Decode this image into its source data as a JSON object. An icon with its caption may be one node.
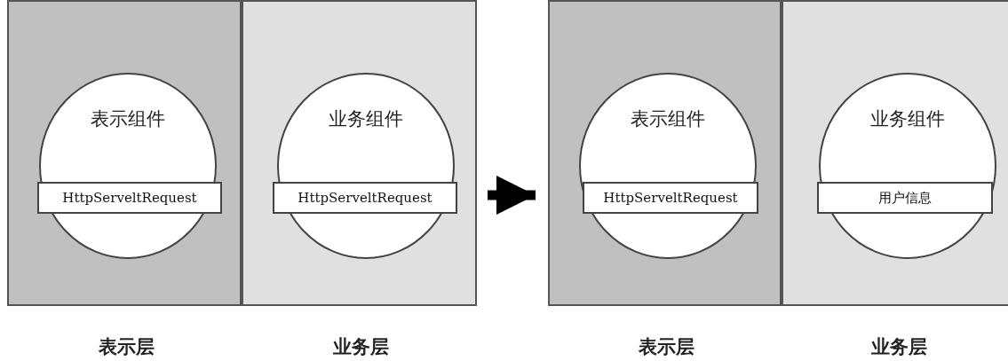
{
  "diagram": {
    "nodes": [
      {
        "text": [
          "表示层"
        ]
      },
      {
        "text": [
          "表示组件"
        ],
        "in": 0
      },
      {
        "text": [
          "HttpServeltRequest"
        ],
        "in": 1
      },
      {
        "text": [
          "业务层"
        ]
      },
      {
        "text": [
          "业务组件"
        ],
        "in": 3
      },
      {
        "text": [
          "HttpServeltRequest"
        ],
        "in": 4
      },
      {
        "text": [
          "表示层"
        ]
      },
      {
        "text": [
          "表示组件"
        ],
        "in": 6
      },
      {
        "text": [
          "HttpServeltRequest"
        ],
        "in": 7
      },
      {
        "text": [
          "业务层"
        ]
      },
      {
        "text": [
          "业务组件"
        ],
        "in": 9
      },
      {
        "text": [
          "用户信息"
        ],
        "in": 10
      }
    ],
    "edges": [
      {
        "from": 3,
        "to": 6,
        "arrow": "to"
      }
    ]
  }
}
